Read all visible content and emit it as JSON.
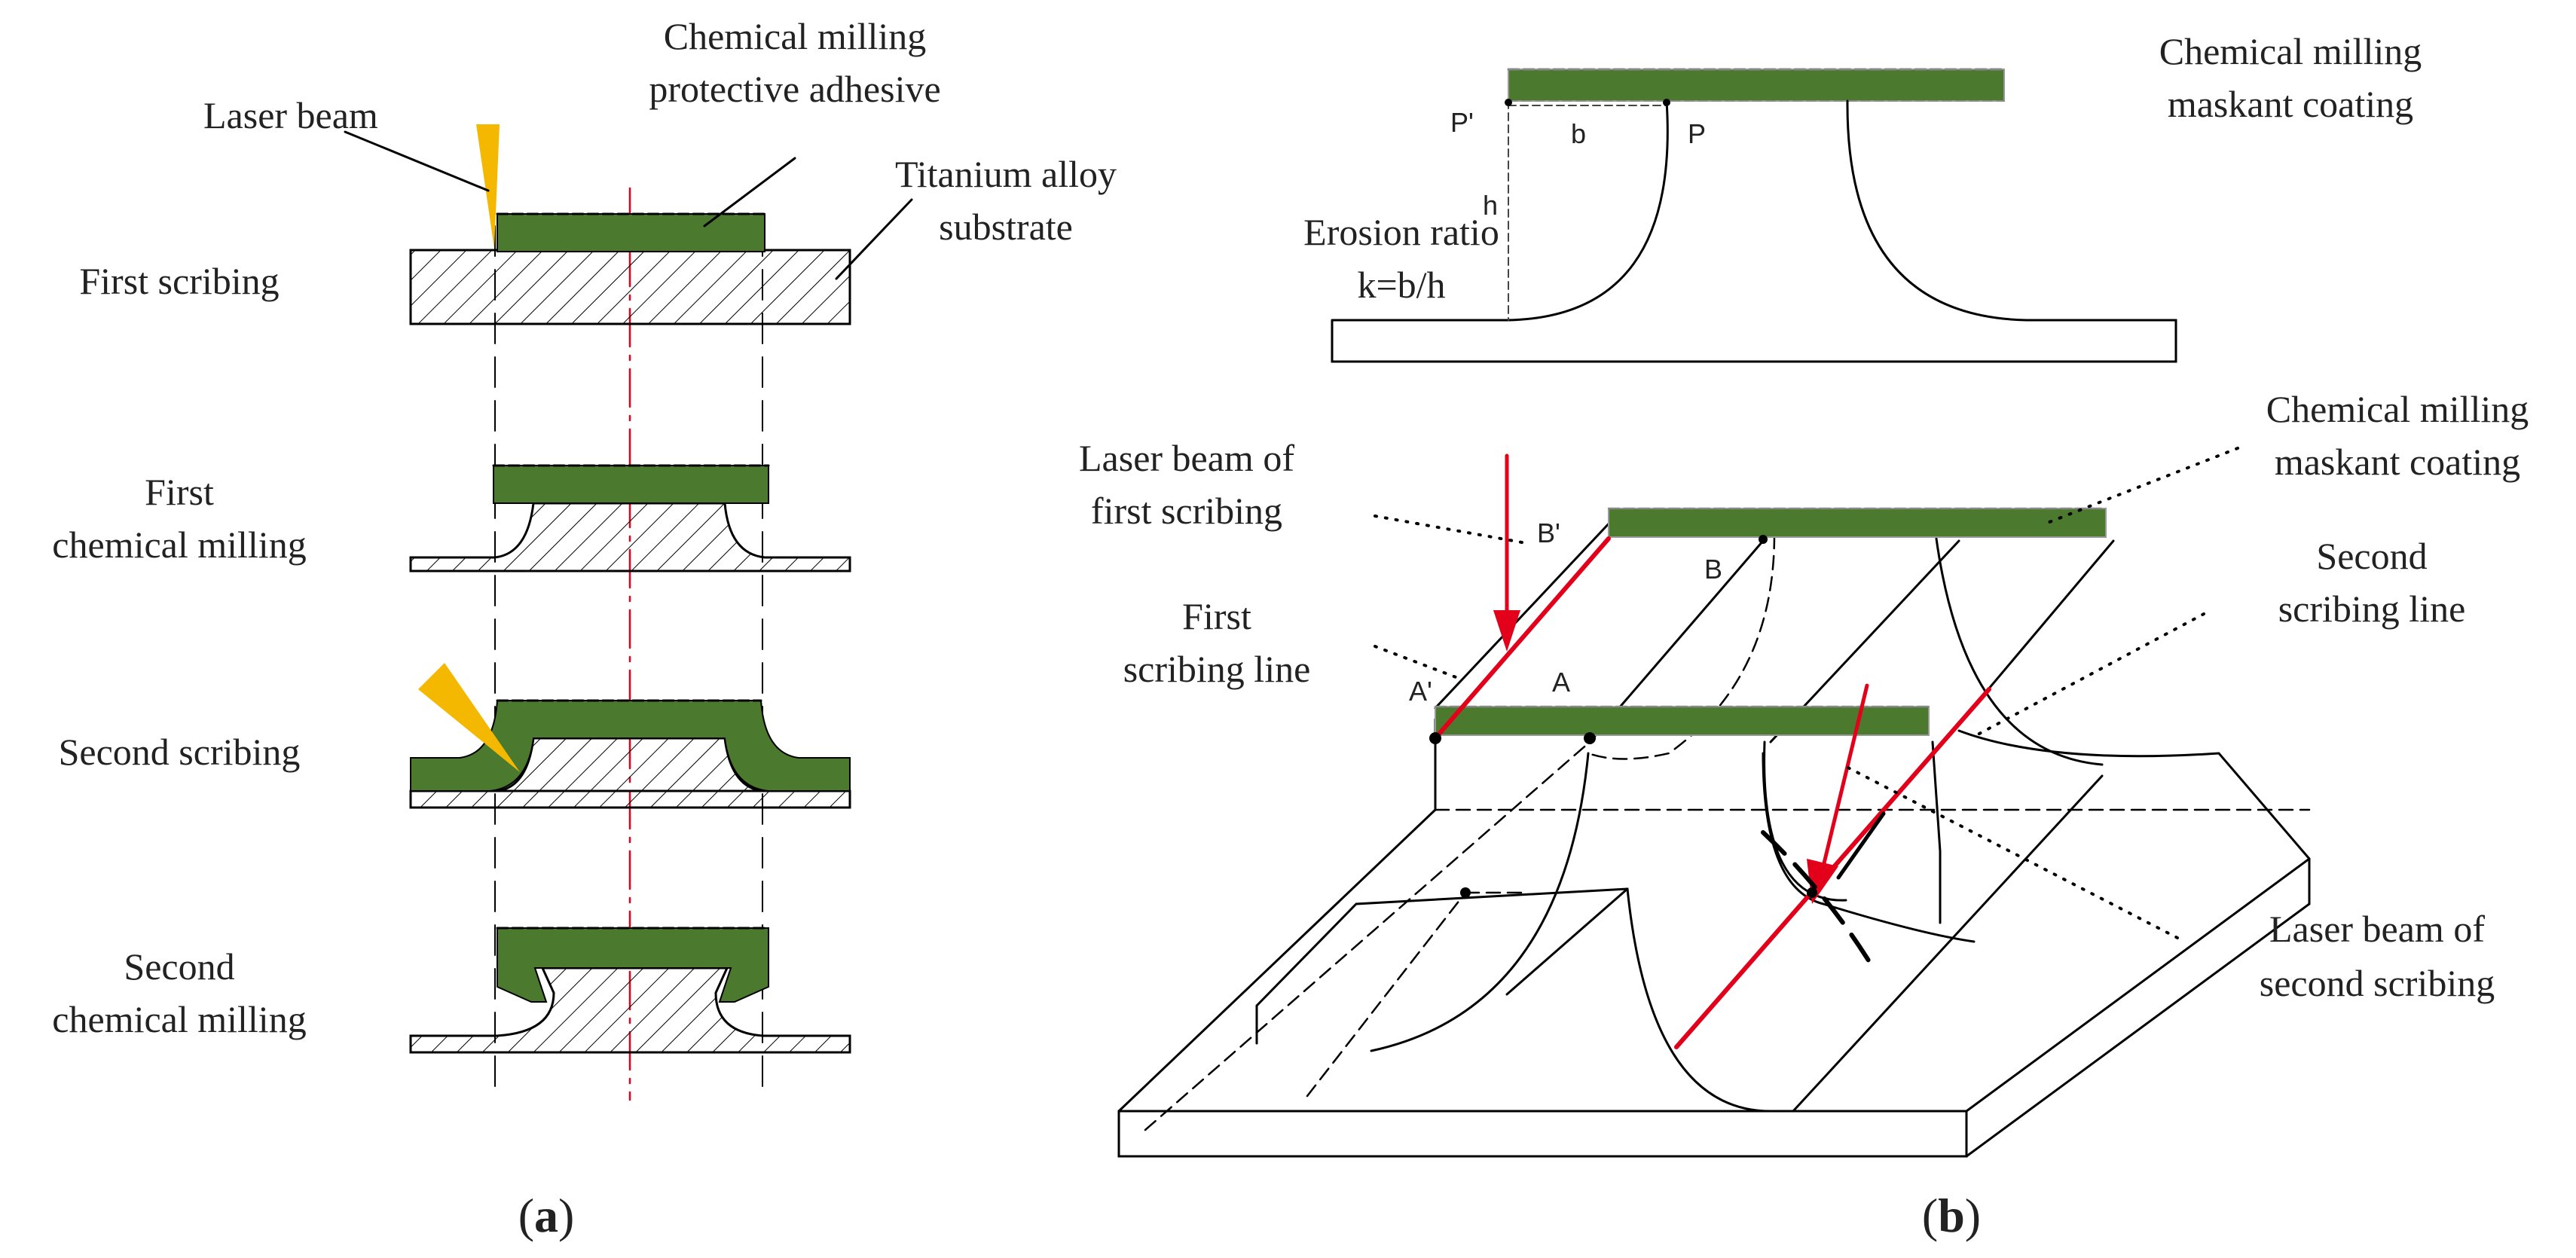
{
  "colors": {
    "maskant": "#4b7a2f",
    "laser": "#f5b800",
    "scribe": "#e3001b",
    "line": "#000000"
  },
  "panel_a": {
    "caption_open": "(",
    "caption_letter": "a",
    "caption_close": ")",
    "label_laser_beam": "Laser beam",
    "label_adhesive_1": "Chemical milling",
    "label_adhesive_2": "protective adhesive",
    "label_substrate_1": "Titanium alloy",
    "label_substrate_2": "substrate",
    "step_first_scribing": "First scribing",
    "step_first_milling_1": "First",
    "step_first_milling_2": "chemical milling",
    "step_second_scribing": "Second scribing",
    "step_second_milling_1": "Second",
    "step_second_milling_2": "chemical milling"
  },
  "panel_b": {
    "caption_open": "(",
    "caption_letter": "b",
    "caption_close": ")",
    "maskant_top_1": "Chemical milling",
    "maskant_top_2": "maskant coating",
    "erosion_1": "Erosion ratio",
    "erosion_2": "k=b/h",
    "point_p_prime": "P'",
    "point_p": "P",
    "point_b": "b",
    "point_h": "h",
    "laser_first_1": "Laser beam of",
    "laser_first_2": "first scribing",
    "scribing_line_first_1": "First",
    "scribing_line_first_2": "scribing line",
    "maskant_mid_1": "Chemical milling",
    "maskant_mid_2": "maskant coating",
    "scribing_line_second_1": "Second",
    "scribing_line_second_2": "scribing line",
    "laser_second_1": "Laser beam of",
    "laser_second_2": "second  scribing",
    "point_b_prime": "B'",
    "point_B": "B",
    "point_a_prime": "A'",
    "point_A": "A"
  }
}
